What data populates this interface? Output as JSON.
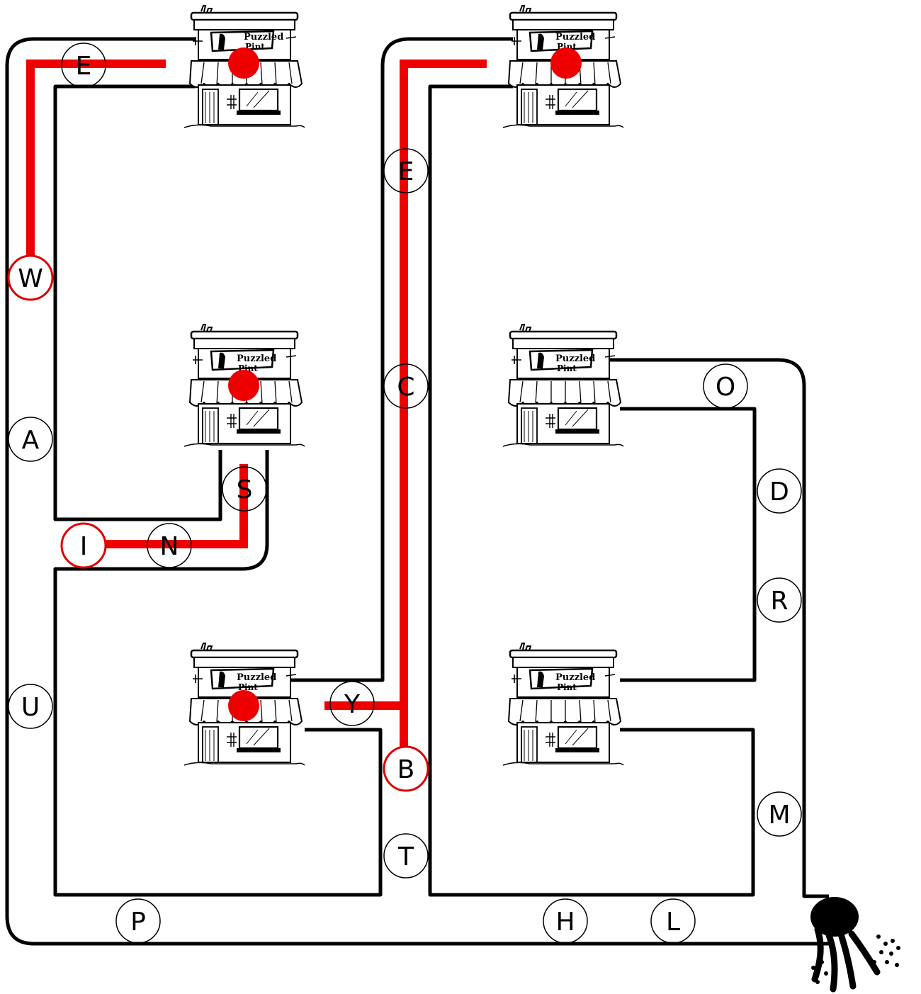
{
  "diagram": {
    "pub_sign": {
      "line1": "Puzzled",
      "line2": "Pint"
    },
    "colors": {
      "pipe": "#000000",
      "highlight_path": "#ee0000",
      "circle_stroke": "#000000",
      "circle_highlight_stroke": "#dd0000",
      "circle_fill": "#ffffff",
      "marker_dot": "#ee0000"
    },
    "letters": [
      {
        "id": "E-top",
        "text": "E",
        "highlighted": false
      },
      {
        "id": "W",
        "text": "W",
        "highlighted": true
      },
      {
        "id": "A",
        "text": "A",
        "highlighted": false
      },
      {
        "id": "S",
        "text": "S",
        "highlighted": false
      },
      {
        "id": "I",
        "text": "I",
        "highlighted": true
      },
      {
        "id": "N",
        "text": "N",
        "highlighted": false
      },
      {
        "id": "U",
        "text": "U",
        "highlighted": false
      },
      {
        "id": "P",
        "text": "P",
        "highlighted": false
      },
      {
        "id": "E-mid",
        "text": "E",
        "highlighted": false
      },
      {
        "id": "C",
        "text": "C",
        "highlighted": false
      },
      {
        "id": "Y",
        "text": "Y",
        "highlighted": false
      },
      {
        "id": "B",
        "text": "B",
        "highlighted": true
      },
      {
        "id": "T",
        "text": "T",
        "highlighted": false
      },
      {
        "id": "O",
        "text": "O",
        "highlighted": false
      },
      {
        "id": "D",
        "text": "D",
        "highlighted": false
      },
      {
        "id": "R",
        "text": "R",
        "highlighted": false
      },
      {
        "id": "M",
        "text": "M",
        "highlighted": false
      },
      {
        "id": "H",
        "text": "H",
        "highlighted": false
      },
      {
        "id": "L",
        "text": "L",
        "highlighted": false
      }
    ],
    "pubs": [
      {
        "id": "pub-top-left",
        "has_marker": true
      },
      {
        "id": "pub-top-right",
        "has_marker": true
      },
      {
        "id": "pub-middle-left",
        "has_marker": true
      },
      {
        "id": "pub-middle-right",
        "has_marker": false
      },
      {
        "id": "pub-bottom-left",
        "has_marker": true
      },
      {
        "id": "pub-bottom-right",
        "has_marker": false
      }
    ],
    "icons": [
      "pub-building-icon",
      "drain-pipe-icon"
    ]
  }
}
